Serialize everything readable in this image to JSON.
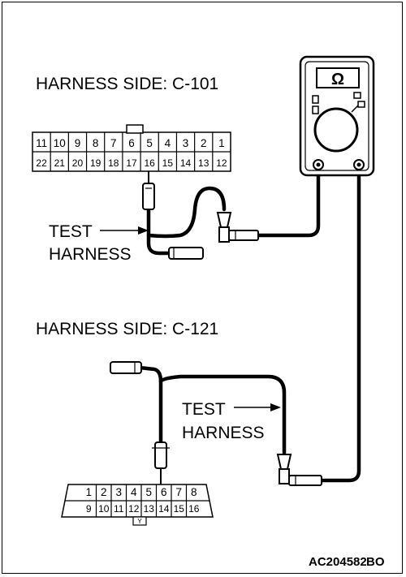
{
  "labels": {
    "connector_top": "HARNESS SIDE: C-101",
    "connector_bottom": "HARNESS SIDE: C-121",
    "test_harness_top_line1": "TEST",
    "test_harness_top_line2": "HARNESS",
    "test_harness_bottom_line1": "TEST",
    "test_harness_bottom_line2": "HARNESS",
    "figure_code": "AC204582",
    "figure_suffix": "BO"
  },
  "meter": {
    "symbol": "Ω",
    "symbol_icon": "ohm-icon"
  },
  "connector_c101": {
    "row1": [
      "11",
      "10",
      "9",
      "8",
      "7",
      "6",
      "5",
      "4",
      "3",
      "2",
      "1"
    ],
    "row2": [
      "22",
      "21",
      "20",
      "19",
      "18",
      "17",
      "16",
      "15",
      "14",
      "13",
      "12"
    ]
  },
  "connector_c121": {
    "row1": [
      "1",
      "2",
      "3",
      "4",
      "5",
      "6",
      "7",
      "8"
    ],
    "row2": [
      "9",
      "10",
      "11",
      "12",
      "13",
      "14",
      "15",
      "16"
    ],
    "key_mark": "Y"
  }
}
